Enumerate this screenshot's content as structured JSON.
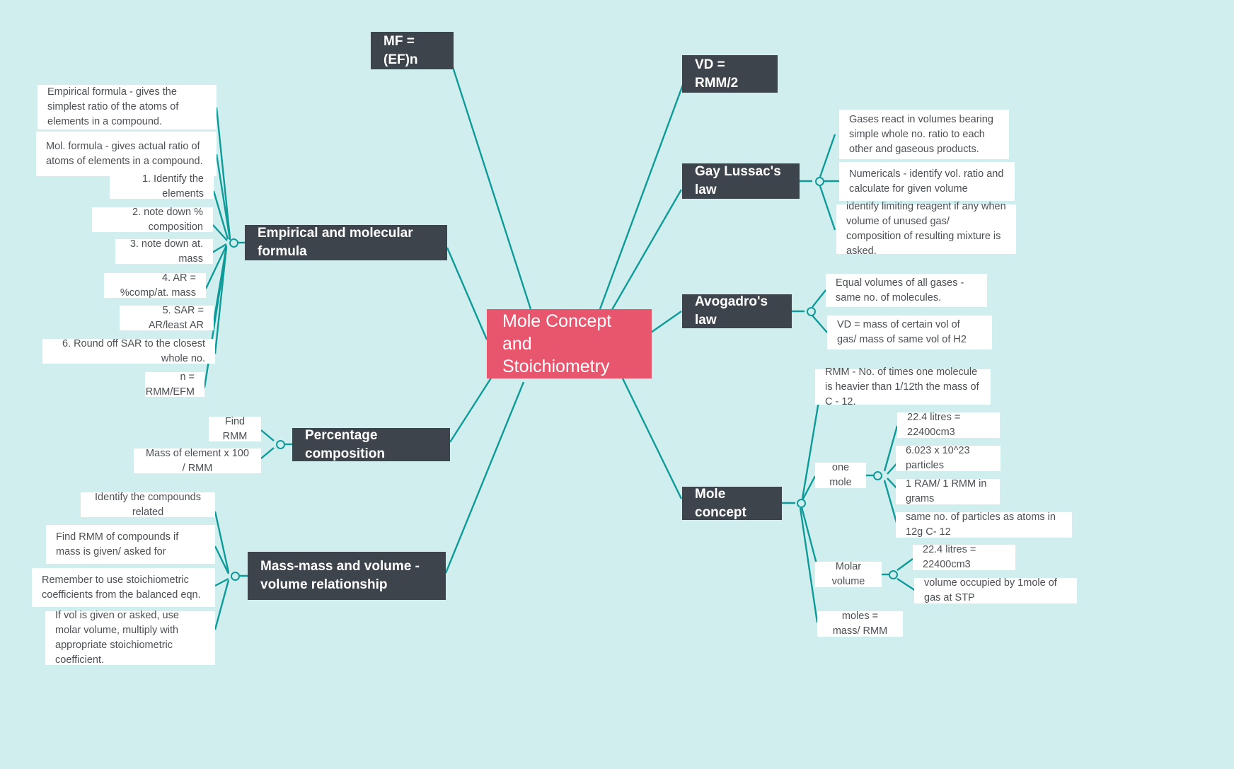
{
  "theme": {
    "background": "#cfeeed",
    "link_color": "#0f9a9a",
    "central_color": "#e8566e",
    "branch_color": "#3e444c",
    "leaf_color": "#ffffff",
    "leaf_text_color": "#4b5055"
  },
  "central": {
    "label": "Mole Concept and Stoichiometry"
  },
  "branches": {
    "mf": {
      "label": "MF = (EF)n"
    },
    "vd": {
      "label": "VD = RMM/2"
    },
    "empirical": {
      "label": "Empirical and molecular formula"
    },
    "gay_lussac": {
      "label": "Gay Lussac's law"
    },
    "avogadro": {
      "label": "Avogadro's law"
    },
    "percentage": {
      "label": "Percentage composition"
    },
    "mole_concept": {
      "label": "Mole concept"
    },
    "mass_mass": {
      "label": "Mass-mass and volume -volume relationship"
    }
  },
  "empirical_children": [
    {
      "text": "Empirical formula - gives the simplest ratio of the atoms of elements in a compound."
    },
    {
      "text": "Mol. formula - gives actual ratio of atoms of elements in a compound."
    },
    {
      "text": "1. Identify the elements"
    },
    {
      "text": "2. note down % composition"
    },
    {
      "text": "3. note down at. mass"
    },
    {
      "text": "4. AR = %comp/at. mass"
    },
    {
      "text": "5. SAR = AR/least AR"
    },
    {
      "text": "6. Round off SAR to the closest whole no."
    },
    {
      "text": "n = RMM/EFM"
    }
  ],
  "percentage_children": [
    {
      "text": "Find RMM"
    },
    {
      "text": "Mass of element x 100 / RMM"
    }
  ],
  "mass_mass_children": [
    {
      "text": "Identify the compounds related"
    },
    {
      "text": "Find RMM of compounds if mass is given/ asked for"
    },
    {
      "text": "Remember to use stoichiometric coefficients from the balanced eqn."
    },
    {
      "text": "If vol is given or asked, use molar volume, multiply with appropriate stoichiometric coefficient."
    }
  ],
  "gay_lussac_children": [
    {
      "text": "Gases react in volumes bearing simple whole no. ratio to each other and gaseous products."
    },
    {
      "text": "Numericals - identify vol. ratio and calculate for given volume"
    },
    {
      "text": "identify limiting reagent if any when volume of unused gas/ composition of resulting mixture is asked."
    }
  ],
  "avogadro_children": [
    {
      "text": "Equal volumes of all gases - same no. of molecules."
    },
    {
      "text": "VD = mass of certain vol of gas/ mass of same vol of H2"
    }
  ],
  "mole_concept_children": [
    {
      "text": "RMM - No. of times one molecule is heavier than 1/12th the mass of C - 12."
    },
    {
      "text": "one mole"
    },
    {
      "text": "Molar volume"
    },
    {
      "text": "moles = mass/ RMM"
    }
  ],
  "one_mole_children": [
    {
      "text": "22.4 litres = 22400cm3"
    },
    {
      "text": "6.023 x 10^23 particles"
    },
    {
      "text": "1 RAM/ 1 RMM in grams"
    },
    {
      "text": "same no. of particles as atoms in 12g C- 12"
    }
  ],
  "molar_volume_children": [
    {
      "text": "22.4 litres = 22400cm3"
    },
    {
      "text": "volume occupied by 1mole of gas at STP"
    }
  ]
}
